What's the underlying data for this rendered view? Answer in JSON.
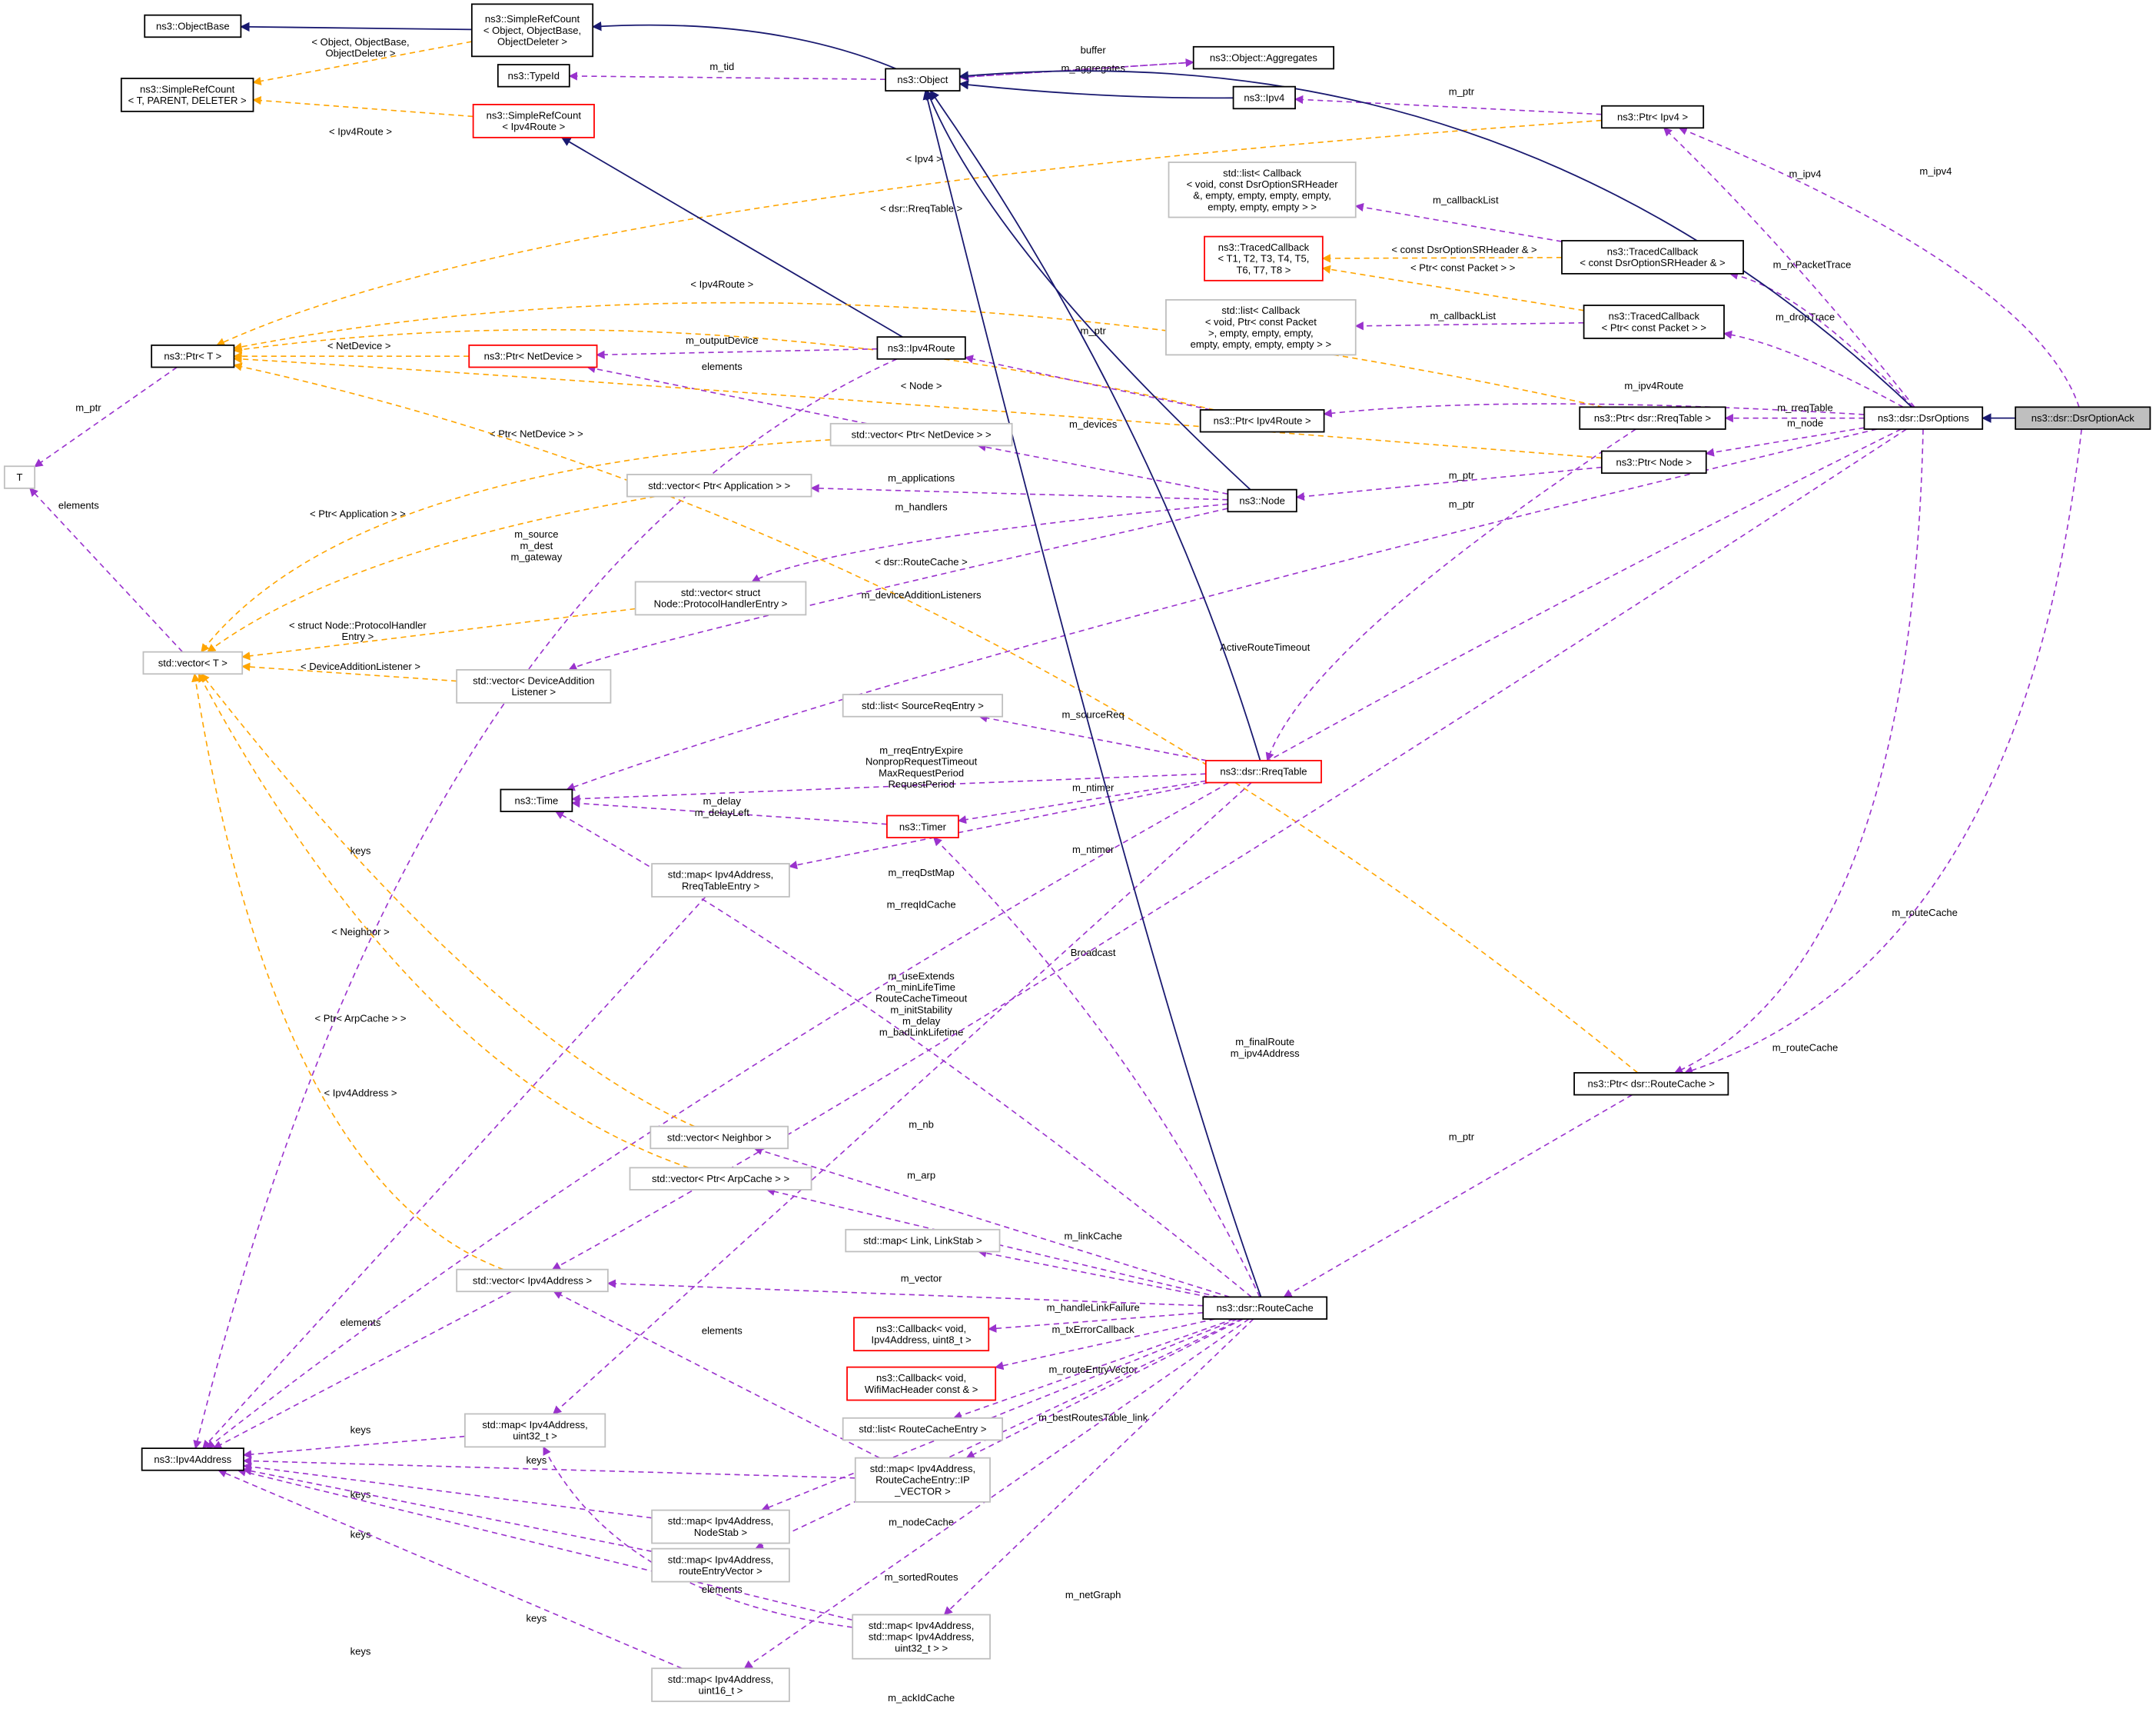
{
  "title": "Collaboration diagram for ns3::dsr::DsrOptionAck",
  "colors": {
    "inherit": "#191970",
    "member": "#9a32cd",
    "template": "#ffa500",
    "node_border": "#000000",
    "undocumented_border": "#ff0000",
    "external_border": "#bfbfbf",
    "focus_fill": "#bfbfbf"
  },
  "nodes": [
    {
      "id": "ObjectBase",
      "style": "normal",
      "label": [
        "ns3::ObjectBase"
      ]
    },
    {
      "id": "SRCObject",
      "style": "normal",
      "label": [
        "ns3::SimpleRefCount",
        "< Object, ObjectBase,",
        "ObjectDeleter >"
      ]
    },
    {
      "id": "SRCT",
      "style": "normal",
      "label": [
        "ns3::SimpleRefCount",
        "< T, PARENT, DELETER >"
      ]
    },
    {
      "id": "TypeId",
      "style": "normal",
      "label": [
        "ns3::TypeId"
      ]
    },
    {
      "id": "SRCIpv4Route",
      "style": "red",
      "label": [
        "ns3::SimpleRefCount",
        "< Ipv4Route >"
      ]
    },
    {
      "id": "Object",
      "style": "normal",
      "label": [
        "ns3::Object"
      ]
    },
    {
      "id": "Aggregates",
      "style": "normal",
      "label": [
        "ns3::Object::Aggregates"
      ]
    },
    {
      "id": "Ipv4",
      "style": "normal",
      "label": [
        "ns3::Ipv4"
      ]
    },
    {
      "id": "PtrIpv4",
      "style": "normal",
      "label": [
        "ns3::Ptr< Ipv4 >"
      ]
    },
    {
      "id": "ListCbSR",
      "style": "gray",
      "label": [
        "std::list< Callback",
        "< void, const DsrOptionSRHeader",
        "&, empty, empty, empty, empty,",
        "empty, empty, empty > >"
      ]
    },
    {
      "id": "TCT",
      "style": "red",
      "label": [
        "ns3::TracedCallback",
        "< T1, T2, T3, T4, T5,",
        "T6, T7, T8 >"
      ]
    },
    {
      "id": "TCSR",
      "style": "normal",
      "label": [
        "ns3::TracedCallback",
        "< const DsrOptionSRHeader & >"
      ]
    },
    {
      "id": "ListCbPkt",
      "style": "gray",
      "label": [
        "std::list< Callback",
        "< void, Ptr< const Packet",
        ">, empty, empty, empty,",
        "empty, empty, empty, empty > >"
      ]
    },
    {
      "id": "TCPkt",
      "style": "normal",
      "label": [
        "ns3::TracedCallback",
        "< Ptr< const Packet > >"
      ]
    },
    {
      "id": "PtrT",
      "style": "normal",
      "label": [
        "ns3::Ptr< T >"
      ]
    },
    {
      "id": "PtrNetDevice",
      "style": "red",
      "label": [
        "ns3::Ptr< NetDevice >"
      ]
    },
    {
      "id": "Ipv4Route",
      "style": "normal",
      "label": [
        "ns3::Ipv4Route"
      ]
    },
    {
      "id": "PtrIpv4Route",
      "style": "normal",
      "label": [
        "ns3::Ptr< Ipv4Route >"
      ]
    },
    {
      "id": "PtrRreqTable",
      "style": "normal",
      "label": [
        "ns3::Ptr< dsr::RreqTable >"
      ]
    },
    {
      "id": "DsrOptions",
      "style": "normal",
      "label": [
        "ns3::dsr::DsrOptions"
      ]
    },
    {
      "id": "DsrOptionAck",
      "style": "focus",
      "label": [
        "ns3::dsr::DsrOptionAck"
      ]
    },
    {
      "id": "PtrNode",
      "style": "normal",
      "label": [
        "ns3::Ptr< Node >"
      ]
    },
    {
      "id": "VecPtrNetDevice",
      "style": "gray",
      "label": [
        "std::vector< Ptr< NetDevice > >"
      ]
    },
    {
      "id": "Node",
      "style": "normal",
      "label": [
        "ns3::Node"
      ]
    },
    {
      "id": "T",
      "style": "gray",
      "label": [
        "T"
      ]
    },
    {
      "id": "VecPtrApp",
      "style": "gray",
      "label": [
        "std::vector< Ptr< Application > >"
      ]
    },
    {
      "id": "VecPHE",
      "style": "gray",
      "label": [
        "std::vector< struct",
        "Node::ProtocolHandlerEntry >"
      ]
    },
    {
      "id": "VecT",
      "style": "gray",
      "label": [
        "std::vector< T >"
      ]
    },
    {
      "id": "VecDAL",
      "style": "gray",
      "label": [
        "std::vector< DeviceAddition",
        "Listener >"
      ]
    },
    {
      "id": "ListSRE",
      "style": "gray",
      "label": [
        "std::list< SourceReqEntry >"
      ]
    },
    {
      "id": "RreqTable",
      "style": "red",
      "label": [
        "ns3::dsr::RreqTable"
      ]
    },
    {
      "id": "Time",
      "style": "normal",
      "label": [
        "ns3::Time"
      ]
    },
    {
      "id": "Timer",
      "style": "red",
      "label": [
        "ns3::Timer"
      ]
    },
    {
      "id": "MapRreqEntry",
      "style": "gray",
      "label": [
        "std::map< Ipv4Address,",
        "RreqTableEntry >"
      ]
    },
    {
      "id": "PtrRouteCache",
      "style": "normal",
      "label": [
        "ns3::Ptr< dsr::RouteCache >"
      ]
    },
    {
      "id": "VecNeighbor",
      "style": "gray",
      "label": [
        "std::vector< Neighbor >"
      ]
    },
    {
      "id": "VecArp",
      "style": "gray",
      "label": [
        "std::vector< Ptr< ArpCache > >"
      ]
    },
    {
      "id": "MapLink",
      "style": "gray",
      "label": [
        "std::map< Link, LinkStab >"
      ]
    },
    {
      "id": "VecIpv4Addr",
      "style": "gray",
      "label": [
        "std::vector< Ipv4Address >"
      ]
    },
    {
      "id": "RouteCache",
      "style": "normal",
      "label": [
        "ns3::dsr::RouteCache"
      ]
    },
    {
      "id": "Cb1",
      "style": "red",
      "label": [
        "ns3::Callback< void,",
        "Ipv4Address, uint8_t >"
      ]
    },
    {
      "id": "Cb2",
      "style": "red",
      "label": [
        "ns3::Callback< void,",
        "WifiMacHeader const & >"
      ]
    },
    {
      "id": "ListRCE",
      "style": "gray",
      "label": [
        "std::list< RouteCacheEntry >"
      ]
    },
    {
      "id": "MapU32",
      "style": "gray",
      "label": [
        "std::map< Ipv4Address,",
        "uint32_t >"
      ]
    },
    {
      "id": "Ipv4Address",
      "style": "normal",
      "label": [
        "ns3::Ipv4Address"
      ]
    },
    {
      "id": "MapIPVec",
      "style": "gray",
      "label": [
        "std::map< Ipv4Address,",
        "RouteCacheEntry::IP",
        "_VECTOR >"
      ]
    },
    {
      "id": "MapNodeStab",
      "style": "gray",
      "label": [
        "std::map< Ipv4Address,",
        "NodeStab >"
      ]
    },
    {
      "id": "MapREV",
      "style": "gray",
      "label": [
        "std::map< Ipv4Address,",
        "routeEntryVector >"
      ]
    },
    {
      "id": "MapMap",
      "style": "gray",
      "label": [
        "std::map< Ipv4Address,",
        "std::map< Ipv4Address,",
        "uint32_t > >"
      ]
    },
    {
      "id": "MapU16",
      "style": "gray",
      "label": [
        "std::map< Ipv4Address,",
        "uint16_t >"
      ]
    }
  ],
  "edges": [
    {
      "from": "SRCObject",
      "to": "ObjectBase",
      "kind": "inherit",
      "label": []
    },
    {
      "from": "Object",
      "to": "SRCObject",
      "kind": "inherit",
      "label": []
    },
    {
      "from": "SRCObject",
      "to": "SRCT",
      "kind": "template",
      "label": [
        "< Object, ObjectBase,",
        "ObjectDeleter >"
      ]
    },
    {
      "from": "SRCIpv4Route",
      "to": "SRCT",
      "kind": "template",
      "label": [
        "< Ipv4Route >"
      ]
    },
    {
      "from": "Object",
      "to": "TypeId",
      "kind": "member",
      "label": [
        "m_tid"
      ]
    },
    {
      "from": "Aggregates",
      "to": "Object",
      "kind": "member",
      "label": [
        "buffer"
      ]
    },
    {
      "from": "Object",
      "to": "Aggregates",
      "kind": "member",
      "label": [
        "m_aggregates"
      ]
    },
    {
      "from": "Ipv4",
      "to": "Object",
      "kind": "inherit",
      "label": []
    },
    {
      "from": "PtrIpv4",
      "to": "Ipv4",
      "kind": "member",
      "label": [
        "m_ptr"
      ]
    },
    {
      "from": "PtrIpv4",
      "to": "PtrT",
      "kind": "template",
      "label": [
        "< Ipv4 >"
      ]
    },
    {
      "from": "Ipv4Route",
      "to": "SRCIpv4Route",
      "kind": "inherit",
      "label": []
    },
    {
      "from": "TCSR",
      "to": "ListCbSR",
      "kind": "member",
      "label": [
        "m_callbackList"
      ]
    },
    {
      "from": "TCSR",
      "to": "TCT",
      "kind": "template",
      "label": [
        "< const DsrOptionSRHeader & >"
      ]
    },
    {
      "from": "TCPkt",
      "to": "TCT",
      "kind": "template",
      "label": [
        "< Ptr< const Packet > >"
      ]
    },
    {
      "from": "TCPkt",
      "to": "ListCbPkt",
      "kind": "member",
      "label": [
        "m_callbackList"
      ]
    },
    {
      "from": "PtrRreqTable",
      "to": "PtrT",
      "kind": "template",
      "label": [
        "< dsr::RreqTable >"
      ]
    },
    {
      "from": "PtrIpv4Route",
      "to": "PtrT",
      "kind": "template",
      "label": [
        "< Ipv4Route >"
      ]
    },
    {
      "from": "PtrNetDevice",
      "to": "PtrT",
      "kind": "template",
      "label": [
        "< NetDevice >"
      ]
    },
    {
      "from": "Ipv4Route",
      "to": "PtrNetDevice",
      "kind": "member",
      "label": [
        "m_outputDevice"
      ]
    },
    {
      "from": "VecPtrNetDevice",
      "to": "PtrNetDevice",
      "kind": "member",
      "label": [
        "elements"
      ]
    },
    {
      "from": "PtrNode",
      "to": "PtrT",
      "kind": "template",
      "label": [
        "< Node >"
      ]
    },
    {
      "from": "PtrT",
      "to": "T",
      "kind": "member",
      "label": [
        "m_ptr"
      ]
    },
    {
      "from": "VecPtrNetDevice",
      "to": "VecT",
      "kind": "template",
      "label": [
        "< Ptr< NetDevice > >"
      ]
    },
    {
      "from": "Node",
      "to": "VecPtrNetDevice",
      "kind": "member",
      "label": [
        "m_devices"
      ]
    },
    {
      "from": "Node",
      "to": "Object",
      "kind": "inherit",
      "label": []
    },
    {
      "from": "PtrIpv4Route",
      "to": "Ipv4Route",
      "kind": "member",
      "label": [
        "m_ptr"
      ]
    },
    {
      "from": "DsrOptions",
      "to": "PtrIpv4Route",
      "kind": "member",
      "label": [
        "m_ipv4Route"
      ]
    },
    {
      "from": "DsrOptions",
      "to": "PtrRreqTable",
      "kind": "member",
      "label": [
        "m_rreqTable"
      ]
    },
    {
      "from": "DsrOptions",
      "to": "PtrNode",
      "kind": "member",
      "label": [
        "m_node"
      ]
    },
    {
      "from": "PtrNode",
      "to": "Node",
      "kind": "member",
      "label": [
        "m_ptr"
      ]
    },
    {
      "from": "DsrOptions",
      "to": "TCPkt",
      "kind": "member",
      "label": [
        "m_dropTrace"
      ]
    },
    {
      "from": "DsrOptions",
      "to": "TCSR",
      "kind": "member",
      "label": [
        "m_rxPacketTrace"
      ]
    },
    {
      "from": "DsrOptions",
      "to": "PtrIpv4",
      "kind": "member",
      "label": [
        "m_ipv4"
      ]
    },
    {
      "from": "DsrOptionAck",
      "to": "PtrIpv4",
      "kind": "member",
      "label": [
        "m_ipv4"
      ]
    },
    {
      "from": "DsrOptions",
      "to": "Object",
      "kind": "inherit",
      "label": []
    },
    {
      "from": "DsrOptionAck",
      "to": "DsrOptions",
      "kind": "inherit",
      "label": []
    },
    {
      "from": "VecT",
      "to": "T",
      "kind": "member",
      "label": [
        "elements"
      ]
    },
    {
      "from": "Node",
      "to": "VecPtrApp",
      "kind": "member",
      "label": [
        "m_applications"
      ]
    },
    {
      "from": "VecPtrApp",
      "to": "VecT",
      "kind": "template",
      "label": [
        "< Ptr< Application > >"
      ]
    },
    {
      "from": "PtrRouteCache",
      "to": "PtrT",
      "kind": "template",
      "label": [
        "< dsr::RouteCache >"
      ]
    },
    {
      "from": "Node",
      "to": "VecPHE",
      "kind": "member",
      "label": [
        "m_handlers"
      ]
    },
    {
      "from": "VecPHE",
      "to": "VecT",
      "kind": "template",
      "label": [
        "< struct Node::ProtocolHandler",
        "Entry >"
      ]
    },
    {
      "from": "Node",
      "to": "VecDAL",
      "kind": "member",
      "label": [
        "m_deviceAdditionListeners"
      ]
    },
    {
      "from": "VecDAL",
      "to": "VecT",
      "kind": "template",
      "label": [
        "< DeviceAdditionListener >"
      ]
    },
    {
      "from": "Ipv4Route",
      "to": "Ipv4Address",
      "kind": "member",
      "label": [
        "m_source",
        "m_dest",
        "m_gateway"
      ]
    },
    {
      "from": "DsrOptions",
      "to": "Time",
      "kind": "member",
      "label": [
        "ActiveRouteTimeout"
      ]
    },
    {
      "from": "PtrRreqTable",
      "to": "RreqTable",
      "kind": "member",
      "label": [
        "m_ptr"
      ]
    },
    {
      "from": "RreqTable",
      "to": "Object",
      "kind": "inherit",
      "label": []
    },
    {
      "from": "RreqTable",
      "to": "ListSRE",
      "kind": "member",
      "label": [
        "m_sourceReq"
      ]
    },
    {
      "from": "RreqTable",
      "to": "Time",
      "kind": "member",
      "label": [
        "m_rreqEntryExpire",
        "NonpropRequestTimeout",
        "MaxRequestPeriod",
        "RequestPeriod"
      ]
    },
    {
      "from": "RreqTable",
      "to": "Timer",
      "kind": "member",
      "label": [
        "m_ntimer"
      ]
    },
    {
      "from": "Timer",
      "to": "Time",
      "kind": "member",
      "label": [
        "m_delay",
        "m_delayLeft"
      ]
    },
    {
      "from": "RreqTable",
      "to": "MapRreqEntry",
      "kind": "member",
      "label": [
        "m_rreqDstMap"
      ]
    },
    {
      "from": "MapRreqEntry",
      "to": "Ipv4Address",
      "kind": "member",
      "label": [
        "keys"
      ]
    },
    {
      "from": "RreqTable",
      "to": "MapU32",
      "kind": "member",
      "label": [
        "m_rreqIdCache"
      ]
    },
    {
      "from": "DsrOptions",
      "to": "Ipv4Address",
      "kind": "member",
      "label": [
        "Broadcast"
      ]
    },
    {
      "from": "VecNeighbor",
      "to": "VecT",
      "kind": "template",
      "label": [
        "< Neighbor >"
      ]
    },
    {
      "from": "VecArp",
      "to": "VecT",
      "kind": "template",
      "label": [
        "< Ptr< ArpCache > >"
      ]
    },
    {
      "from": "VecIpv4Addr",
      "to": "VecT",
      "kind": "template",
      "label": [
        "< Ipv4Address >"
      ]
    },
    {
      "from": "RouteCache",
      "to": "Time",
      "kind": "member",
      "label": [
        "m_useExtends",
        "m_minLifeTime",
        "RouteCacheTimeout",
        "m_initStability",
        "m_delay",
        "m_badLinkLifetime"
      ]
    },
    {
      "from": "DsrOptions",
      "to": "VecIpv4Addr",
      "kind": "member",
      "label": [
        "m_finalRoute",
        "m_ipv4Address"
      ]
    },
    {
      "from": "DsrOptions",
      "to": "PtrRouteCache",
      "kind": "member",
      "label": [
        "m_routeCache"
      ]
    },
    {
      "from": "DsrOptionAck",
      "to": "PtrRouteCache",
      "kind": "member",
      "label": [
        "m_routeCache"
      ]
    },
    {
      "from": "PtrRouteCache",
      "to": "RouteCache",
      "kind": "member",
      "label": [
        "m_ptr"
      ]
    },
    {
      "from": "RouteCache",
      "to": "Timer",
      "kind": "member",
      "label": [
        "m_ntimer"
      ]
    },
    {
      "from": "RouteCache",
      "to": "Object",
      "kind": "inherit",
      "label": []
    },
    {
      "from": "RouteCache",
      "to": "VecNeighbor",
      "kind": "member",
      "label": [
        "m_nb"
      ]
    },
    {
      "from": "RouteCache",
      "to": "VecArp",
      "kind": "member",
      "label": [
        "m_arp"
      ]
    },
    {
      "from": "RouteCache",
      "to": "MapLink",
      "kind": "member",
      "label": [
        "m_linkCache"
      ]
    },
    {
      "from": "RouteCache",
      "to": "VecIpv4Addr",
      "kind": "member",
      "label": [
        "m_vector"
      ]
    },
    {
      "from": "VecIpv4Addr",
      "to": "Ipv4Address",
      "kind": "member",
      "label": [
        "elements"
      ]
    },
    {
      "from": "RouteCache",
      "to": "Cb1",
      "kind": "member",
      "label": [
        "m_handleLinkFailure"
      ]
    },
    {
      "from": "RouteCache",
      "to": "Cb2",
      "kind": "member",
      "label": [
        "m_txErrorCallback"
      ]
    },
    {
      "from": "RouteCache",
      "to": "ListRCE",
      "kind": "member",
      "label": [
        "m_routeEntryVector"
      ]
    },
    {
      "from": "RouteCache",
      "to": "MapIPVec",
      "kind": "member",
      "label": [
        "m_bestRoutesTable_link"
      ]
    },
    {
      "from": "MapIPVec",
      "to": "VecIpv4Addr",
      "kind": "member",
      "label": [
        "elements"
      ]
    },
    {
      "from": "MapIPVec",
      "to": "Ipv4Address",
      "kind": "member",
      "label": [
        "keys"
      ]
    },
    {
      "from": "MapU32",
      "to": "Ipv4Address",
      "kind": "member",
      "label": [
        "keys"
      ]
    },
    {
      "from": "RouteCache",
      "to": "MapNodeStab",
      "kind": "member",
      "label": [
        "m_nodeCache"
      ]
    },
    {
      "from": "MapNodeStab",
      "to": "Ipv4Address",
      "kind": "member",
      "label": [
        "keys"
      ]
    },
    {
      "from": "RouteCache",
      "to": "MapREV",
      "kind": "member",
      "label": [
        "m_sortedRoutes"
      ]
    },
    {
      "from": "MapREV",
      "to": "Ipv4Address",
      "kind": "member",
      "label": [
        "keys"
      ]
    },
    {
      "from": "RouteCache",
      "to": "MapMap",
      "kind": "member",
      "label": [
        "m_netGraph"
      ]
    },
    {
      "from": "MapMap",
      "to": "MapU32",
      "kind": "member",
      "label": [
        "elements"
      ]
    },
    {
      "from": "MapMap",
      "to": "Ipv4Address",
      "kind": "member",
      "label": [
        "keys"
      ]
    },
    {
      "from": "RouteCache",
      "to": "MapU16",
      "kind": "member",
      "label": [
        "m_ackIdCache"
      ]
    },
    {
      "from": "MapU16",
      "to": "Ipv4Address",
      "kind": "member",
      "label": [
        "keys"
      ]
    }
  ]
}
